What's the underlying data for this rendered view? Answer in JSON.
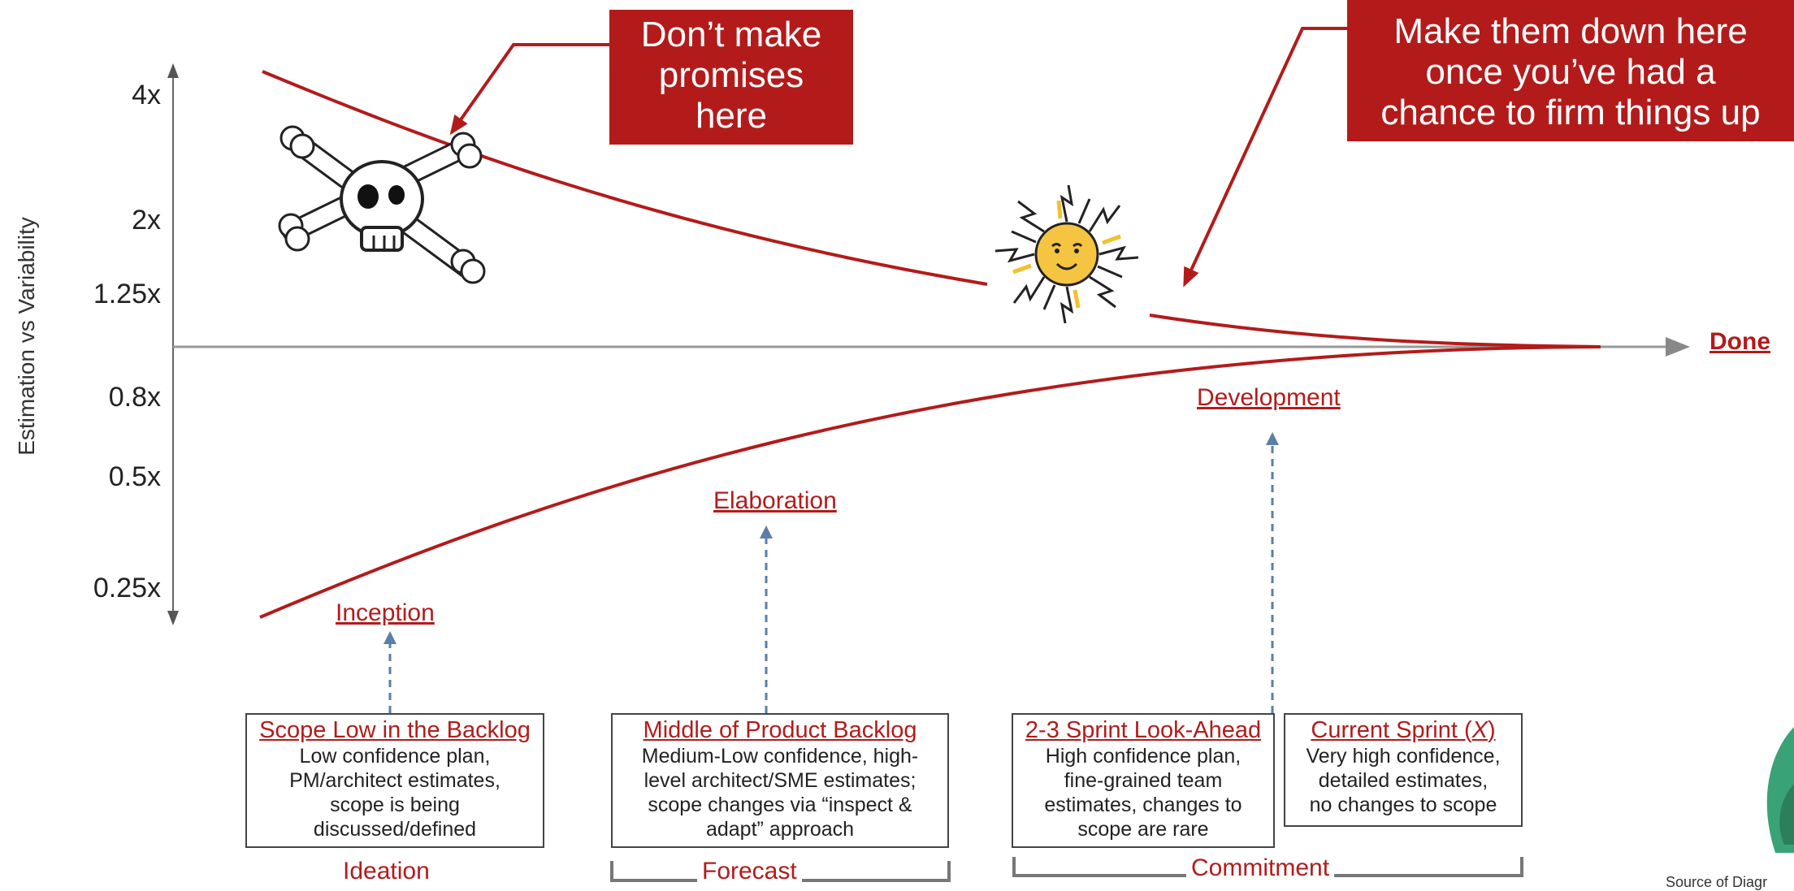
{
  "callouts": {
    "left": [
      "Don’t make",
      "promises",
      "here"
    ],
    "right": [
      "Make them down here",
      "once you’ve had a",
      "chance to firm things up"
    ]
  },
  "y_axis": {
    "label": "Estimation vs Variability",
    "ticks": [
      "4x",
      "2x",
      "1.25x",
      "0.8x",
      "0.5x",
      "0.25x"
    ]
  },
  "x_axis": {
    "end_label": "Done"
  },
  "phases": {
    "inception": "Inception",
    "elaboration": "Elaboration",
    "development": "Development"
  },
  "boxes": [
    {
      "title": "Scope Low in the Backlog",
      "lines": [
        "Low confidence plan,",
        "PM/architect estimates,",
        "scope is being",
        "discussed/defined"
      ]
    },
    {
      "title": "Middle of Product Backlog",
      "lines": [
        "Medium-Low confidence, high-",
        "level architect/SME estimates;",
        "scope changes via “inspect &",
        "adapt” approach"
      ]
    },
    {
      "title": "2-3 Sprint Look-Ahead",
      "lines": [
        "High confidence plan,",
        "fine-grained team",
        "estimates, changes to",
        "scope are rare"
      ]
    },
    {
      "title_prefix": "Current Sprint (",
      "title_var": "X",
      "title_suffix": ")",
      "lines": [
        "Very high confidence,",
        "detailed estimates,",
        "no changes to scope"
      ]
    }
  ],
  "groups": {
    "ideation": "Ideation",
    "forecast": "Forecast",
    "commitment": "Commitment"
  },
  "source": "Source of Diagr",
  "icons": {
    "skull": "skull-crossbones-icon",
    "sun": "sun-icon",
    "logo": "leaf-logo-icon"
  },
  "colors": {
    "accent": "#b31b1b",
    "axis": "#888888",
    "dashed_arrow": "#5b7fa6"
  }
}
